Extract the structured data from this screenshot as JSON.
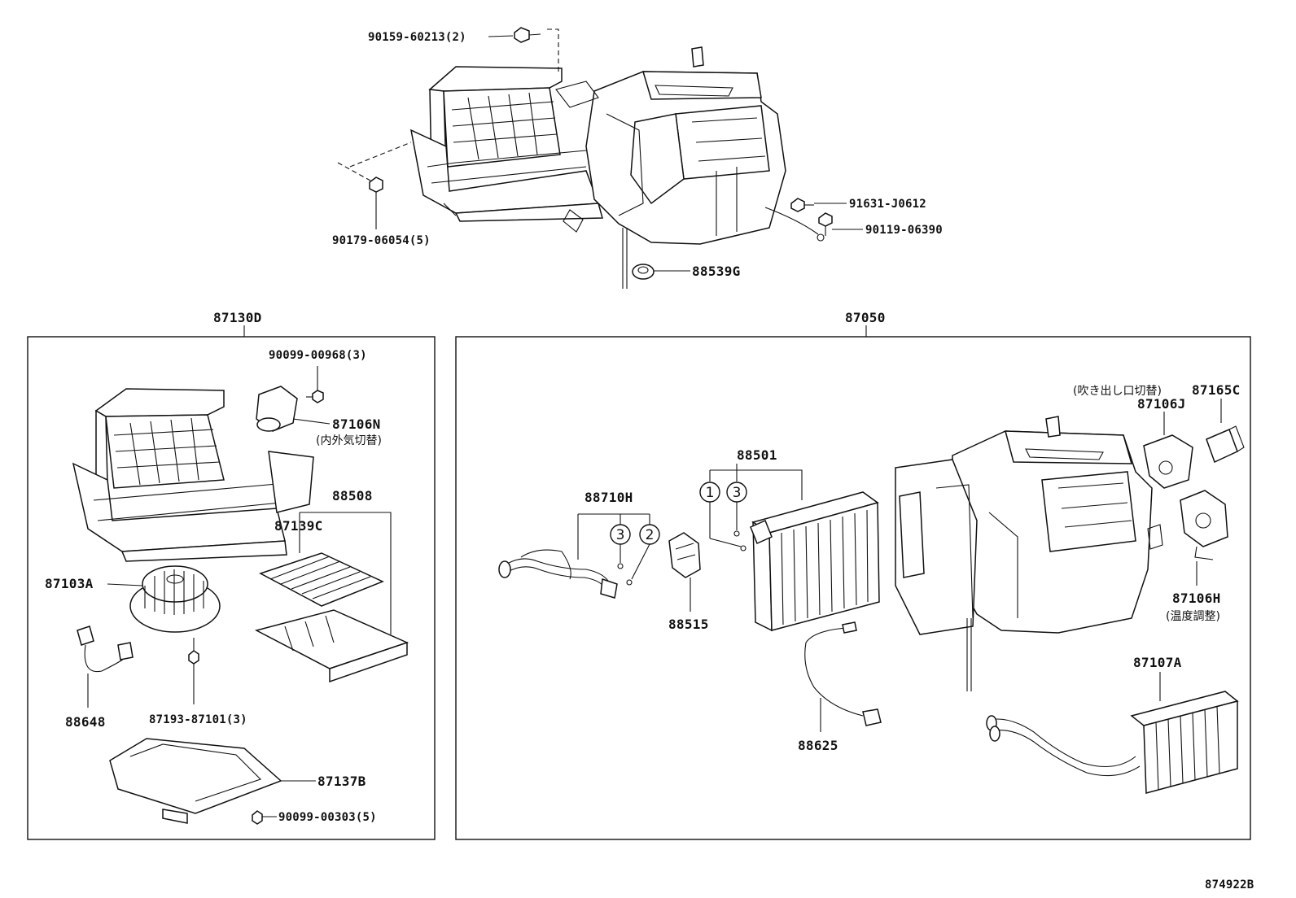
{
  "diagram_code": "874922B",
  "assemblies": {
    "top_assembly_parts": {
      "bolt_top": "90159-60213(2)",
      "clip_left": "90179-06054(5)",
      "screw_right": "91631-J0612",
      "bolt_right": "90119-06390",
      "grommet": "88539G"
    },
    "left_box": {
      "title": "87130D",
      "screw_top": "90099-00968(3)",
      "servo_inout": "87106N",
      "servo_inout_note": "(内外気切替)",
      "filter_group": "88508",
      "filter": "87139C",
      "blower_motor": "87103A",
      "harness": "88648",
      "motor_screw": "87193-87101(3)",
      "lower_case": "87137B",
      "case_screw": "90099-00303(5)"
    },
    "right_box": {
      "title": "87050",
      "evaporator_group": "88501",
      "pipe_group": "88710H",
      "expansion_valve": "88515",
      "thermistor": "88625",
      "servo_mode_note": "(吹き出し口切替)",
      "servo_mode_part": "87165C",
      "servo_mode": "87106J",
      "servo_temp": "87106H",
      "servo_temp_note": "(温度調整)",
      "heater_core": "87107A",
      "ring_1": "1",
      "ring_2": "2",
      "ring_3": "3"
    }
  }
}
